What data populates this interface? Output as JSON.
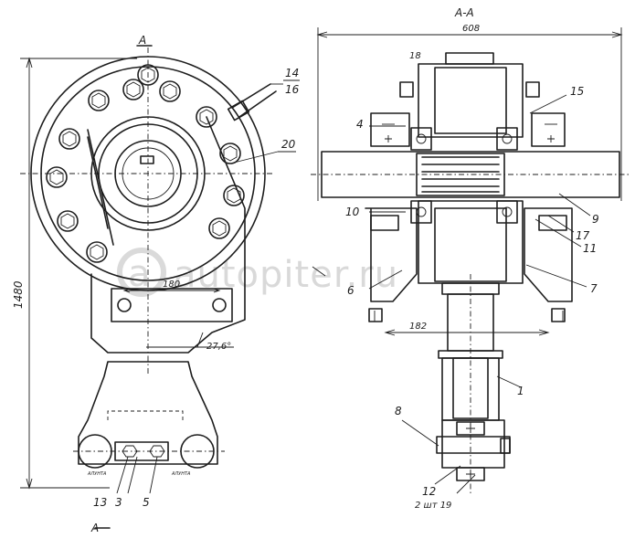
{
  "section_title": "А-А",
  "section_marker": "А",
  "dimensions": {
    "total_height": "1480",
    "total_width": "608",
    "bolt_spacing": "180",
    "inner_width": "182",
    "angle": "27,6°"
  },
  "part_labels": {
    "p1": "1",
    "p3": "3",
    "p4": "4",
    "p5": "5",
    "p6": "6",
    "p7": "7",
    "p8": "8",
    "p9": "9",
    "p10": "10",
    "p11": "11",
    "p12": "12",
    "p13": "13",
    "p14": "14",
    "p15": "15",
    "p16": "16",
    "p17": "17",
    "p18": "18",
    "p19": "2 шт 19",
    "p20": "20"
  },
  "small_inscriptions": {
    "left": "АЛУНТА",
    "right": "АЛУНТА"
  },
  "watermark": "autopiter.ru"
}
